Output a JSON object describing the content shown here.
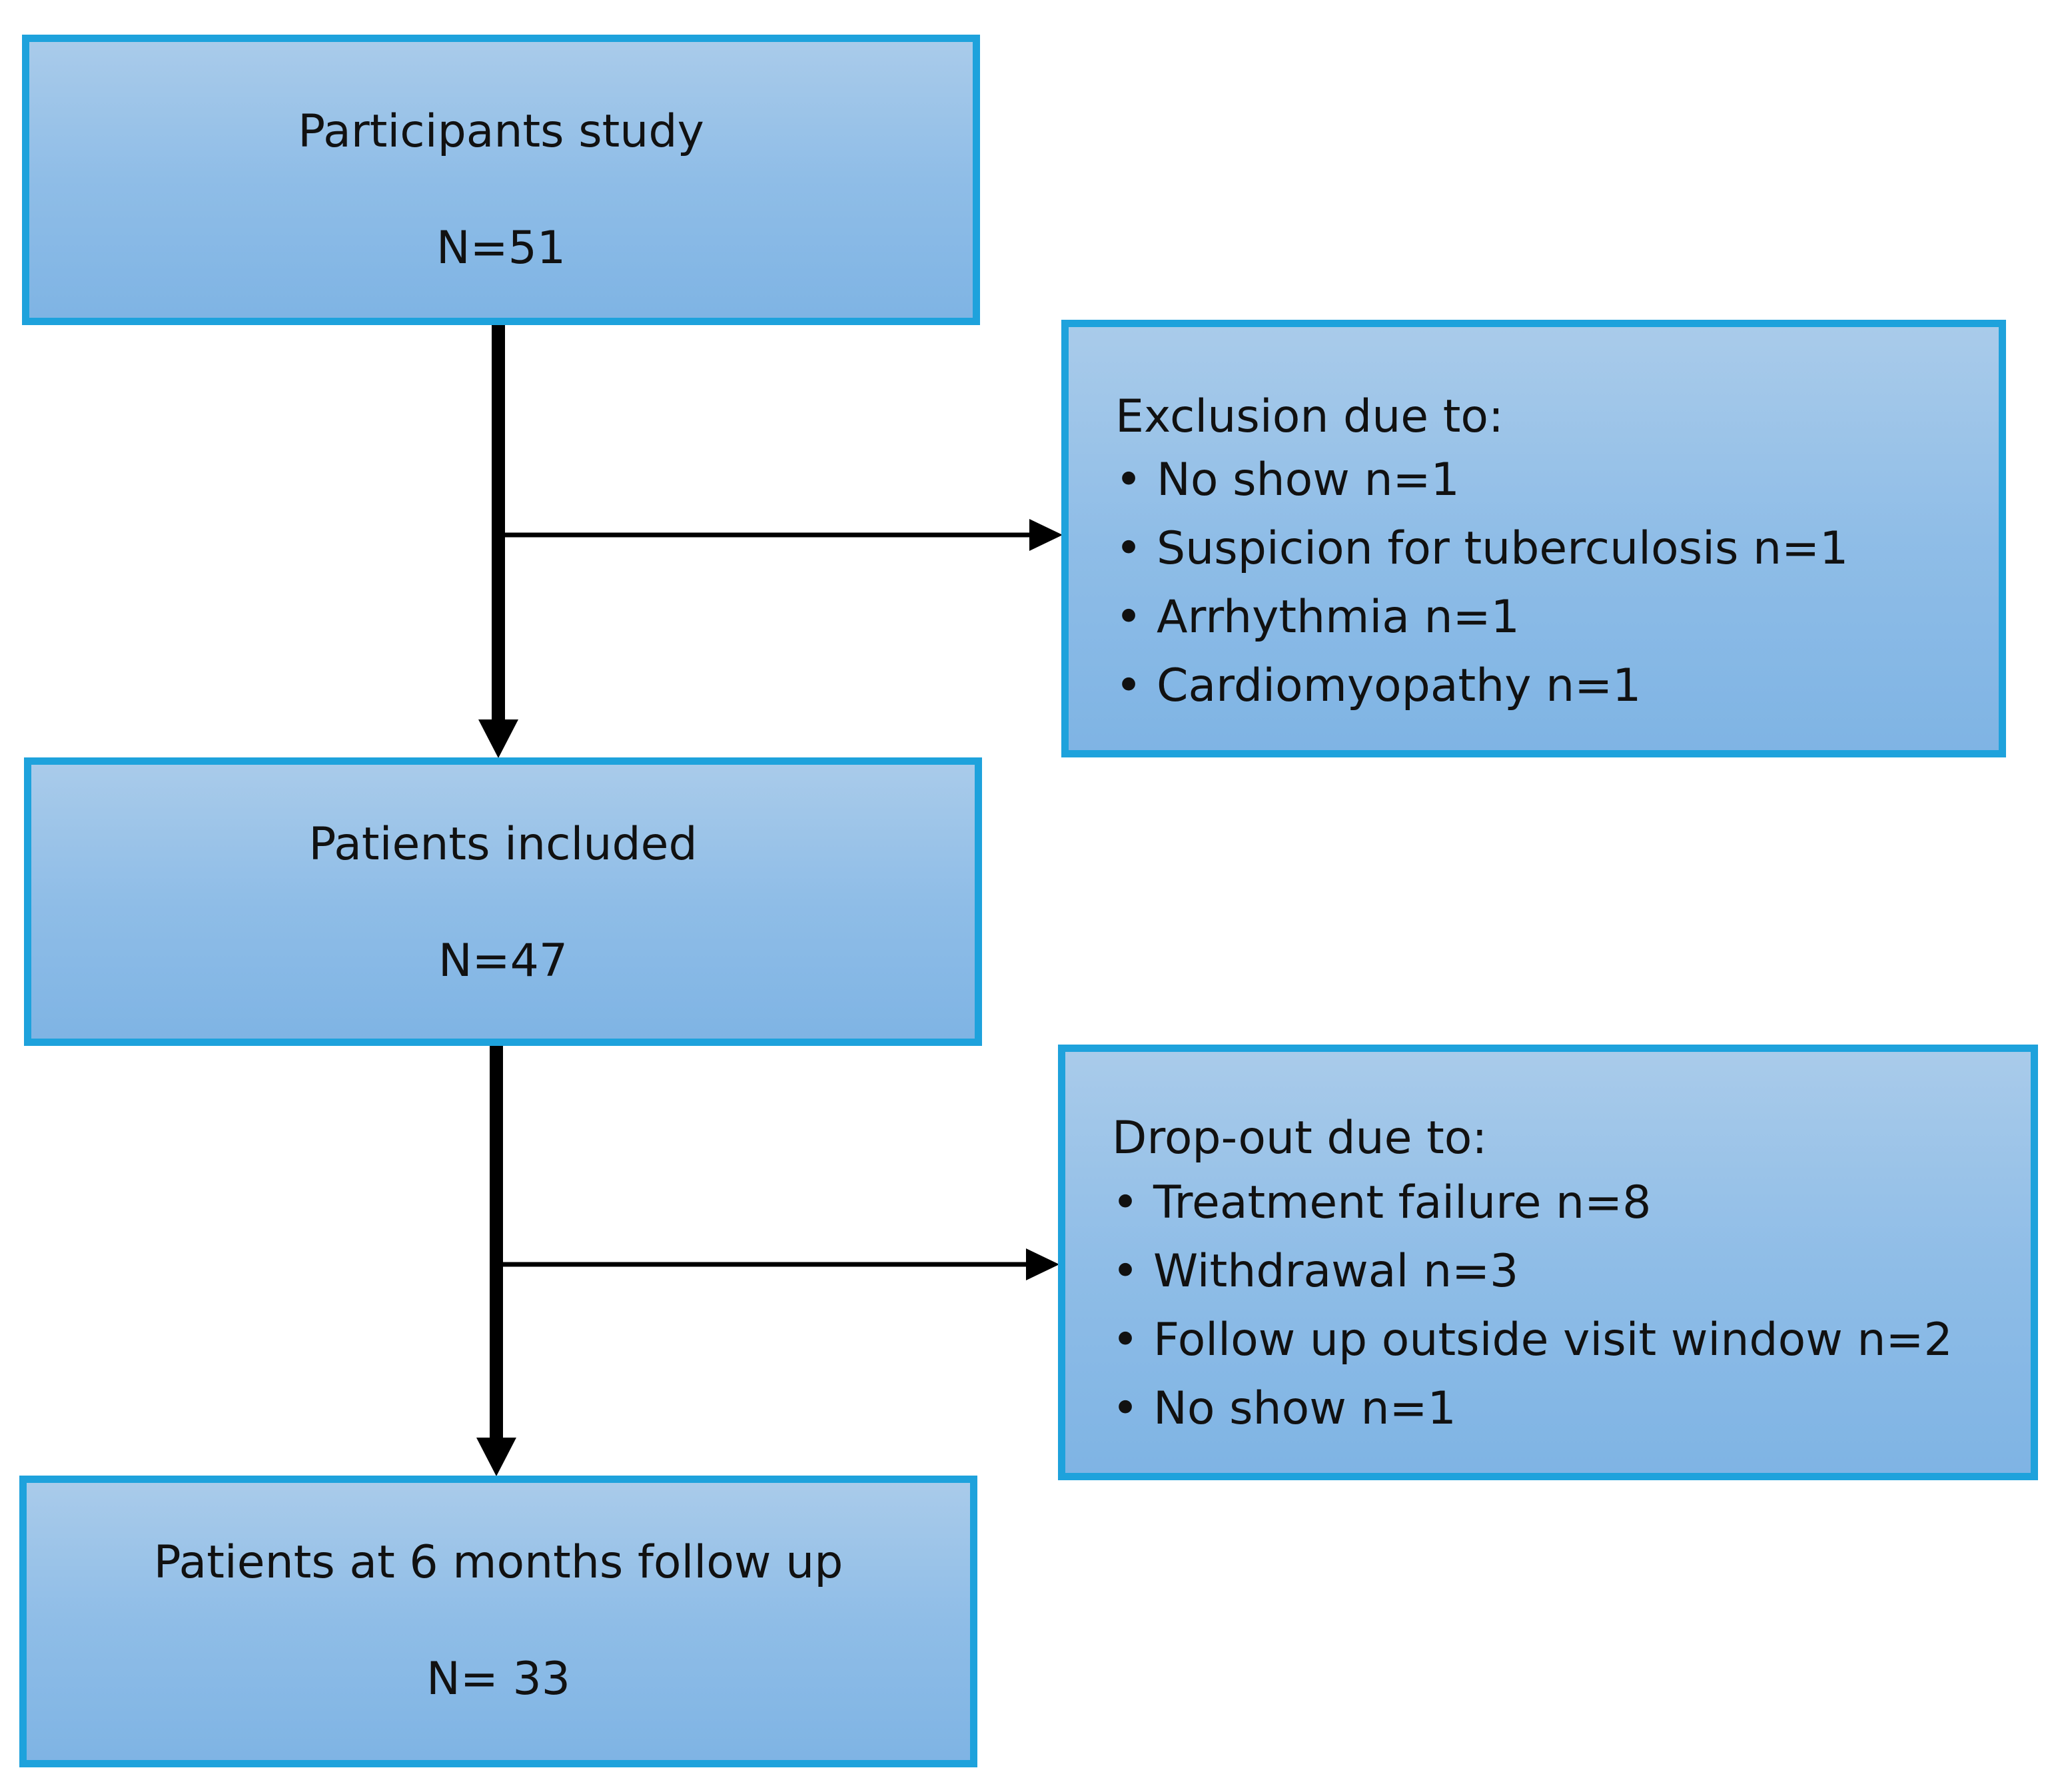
{
  "stages": {
    "participants": {
      "title": "Participants study",
      "count": "N=51"
    },
    "included": {
      "title": "Patients included",
      "count": "N=47"
    },
    "followup": {
      "title": "Patients at 6 months follow up",
      "count": "N= 33"
    }
  },
  "exclusion": {
    "heading": "Exclusion due to:",
    "items": [
      "No show n=1",
      "Suspicion for tuberculosis n=1",
      "Arrhythmia n=1",
      "Cardiomyopathy n=1"
    ]
  },
  "dropout": {
    "heading": "Drop-out due to:",
    "items": [
      "Treatment failure n=8",
      "Withdrawal n=3",
      "Follow up outside visit window n=2",
      "No show n=1"
    ]
  },
  "colors": {
    "box_border": "#1ea2dc",
    "box_fill_top": "#a9cbea",
    "box_fill_bottom": "#7fb4e4",
    "arrow": "#000000",
    "text": "#111111"
  }
}
